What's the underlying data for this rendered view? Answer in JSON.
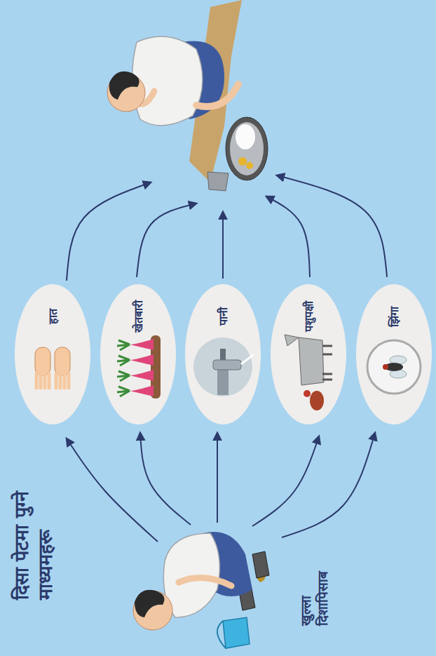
{
  "diagram": {
    "title": "दिसा पेटमा पुग्ने माध्यमहरू",
    "nodes": [
      {
        "text": [
          "हात"
        ]
      },
      {
        "text": [
          "खेतबारी"
        ]
      },
      {
        "text": [
          "पानी"
        ]
      },
      {
        "text": [
          "पशुपक्षी"
        ]
      },
      {
        "text": [
          "झिंगा"
        ]
      }
    ],
    "labels": [
      "खुल्ला दिशापिसाब"
    ]
  }
}
